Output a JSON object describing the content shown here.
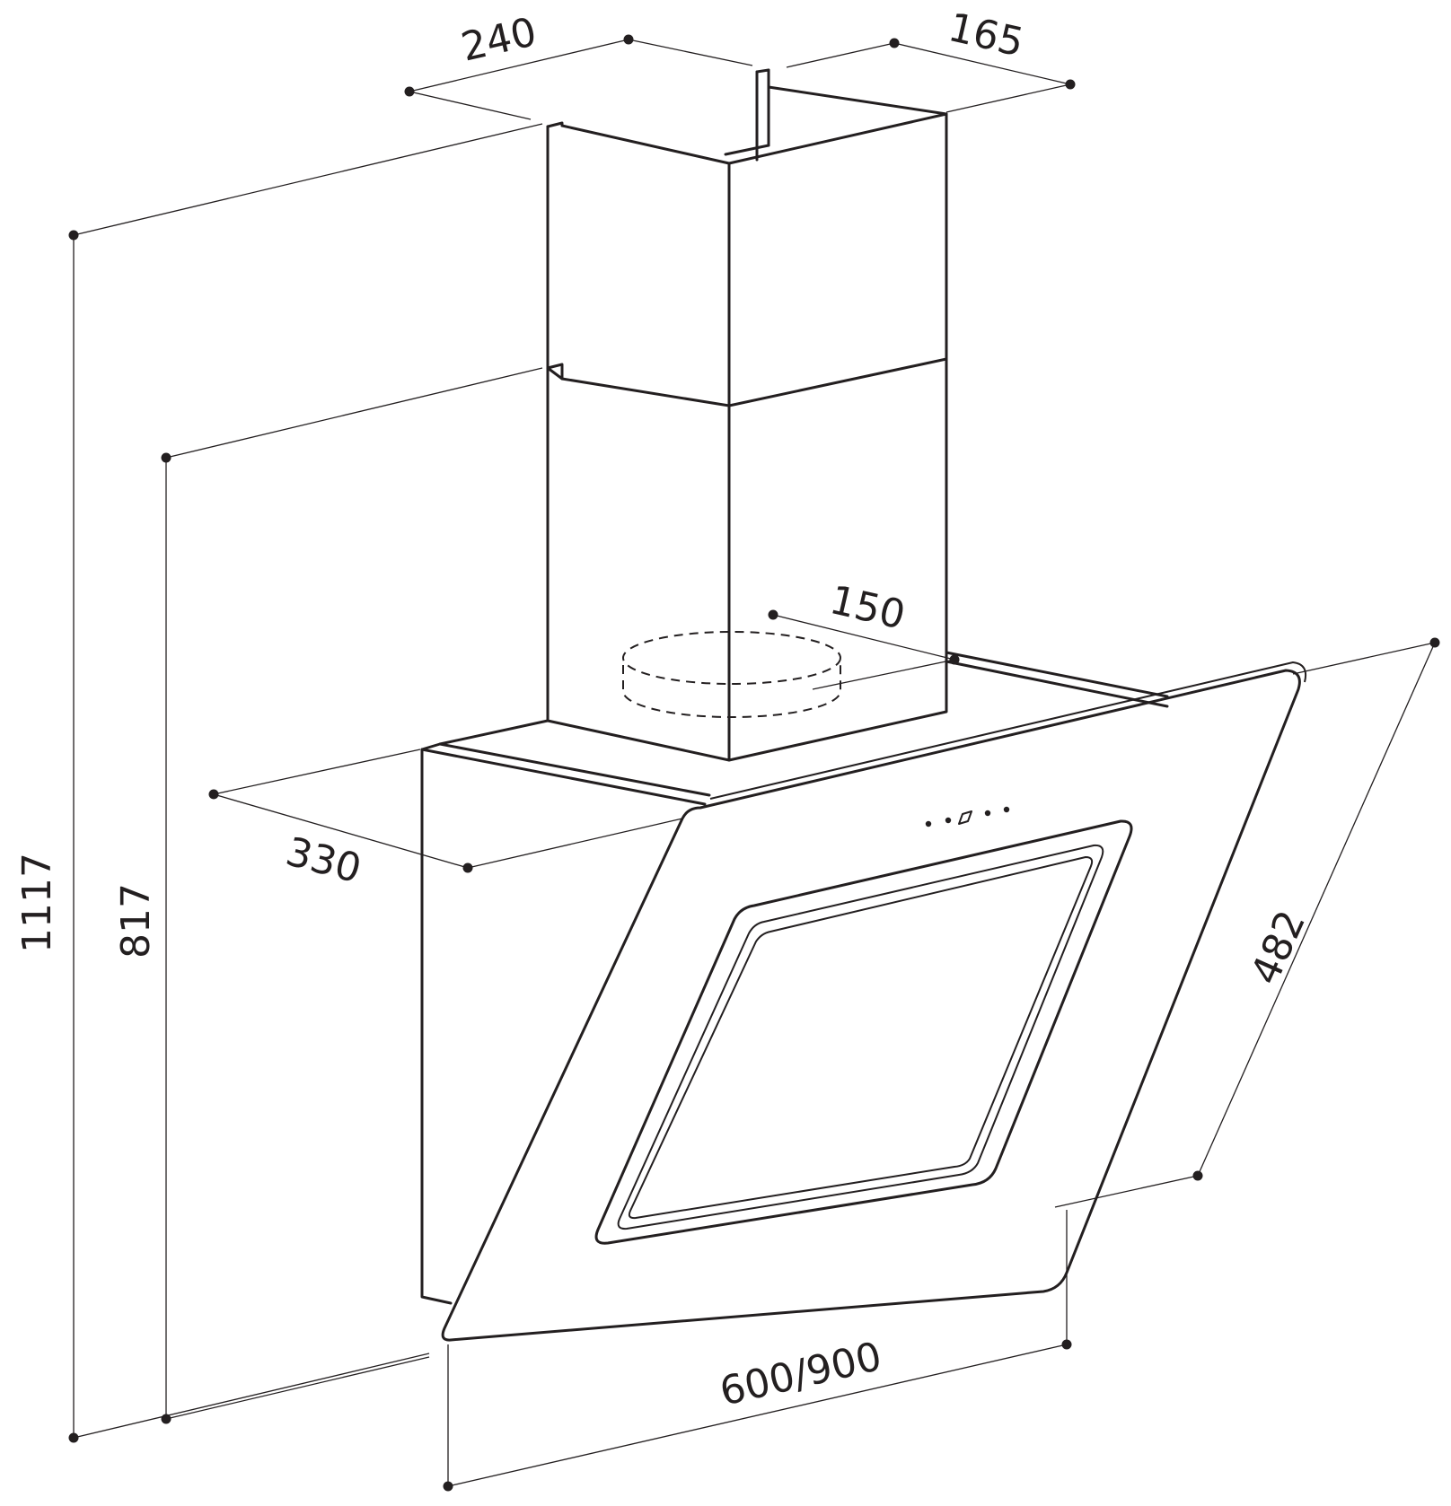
{
  "dimensions": {
    "chimney_width": "240",
    "chimney_depth": "165",
    "duct_diameter": "150",
    "body_depth": "330",
    "panel_height": "482",
    "width_options": "600/900",
    "height_min": "817",
    "height_max": "1117"
  },
  "colors": {
    "line": "#231f20",
    "background": "#ffffff"
  }
}
